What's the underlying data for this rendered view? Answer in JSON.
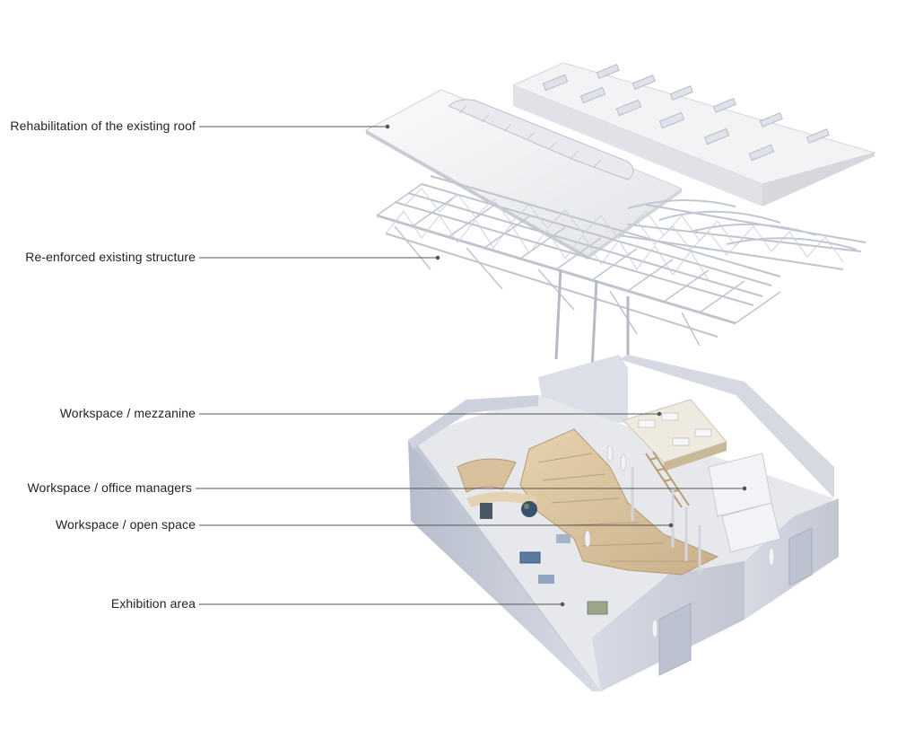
{
  "labels": {
    "roof": "Rehabilitation of the existing roof",
    "structure": "Re-enforced existing structure",
    "mezzanine": "Workspace / mezzanine",
    "office_managers": "Workspace / office managers",
    "open_space": "Workspace / open space",
    "exhibition": "Exhibition area"
  },
  "colors": {
    "leader": "#555555",
    "roof": "#f1f1f3",
    "wall": "#c9cedb",
    "wood": "#d9c4a0",
    "steel": "#c8cdd6"
  }
}
